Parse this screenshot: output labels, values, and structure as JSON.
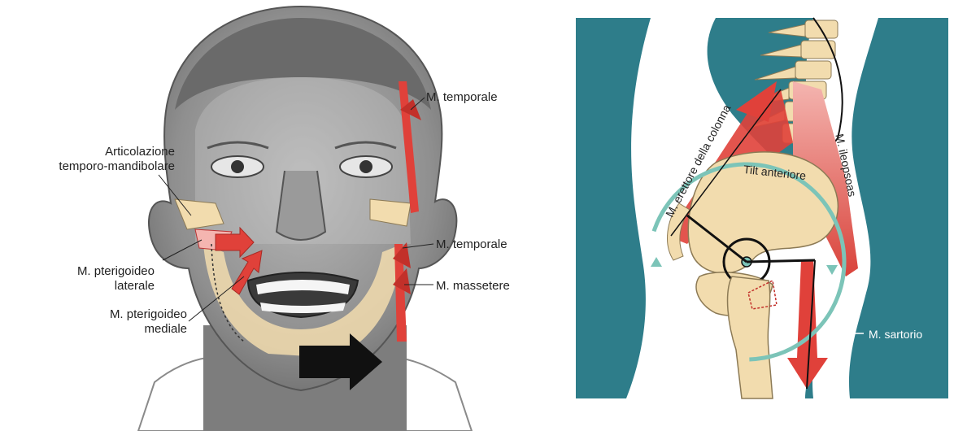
{
  "face_figure": {
    "labels": {
      "temporale_top": "M. temporale",
      "atm_line1": "Articolazione",
      "atm_line2": "temporo-mandibolare",
      "pterigoideo_laterale_line1": "M. pterigoideo",
      "pterigoideo_laterale_line2": "laterale",
      "temporale_mid": "M. temporale",
      "massetere": "M. massetere",
      "pterigoideo_mediale_line1": "M. pterigoideo",
      "pterigoideo_mediale_line2": "mediale"
    },
    "icons": [
      "head-illustration",
      "muscle-arrow",
      "direction-arrow"
    ]
  },
  "pelvis_figure": {
    "labels": {
      "erettore": "M. erettore della colonna",
      "tilt": "Tilt anteriore",
      "ileopsoas": "M. ileopsoas",
      "sartorio": "M. sartorio"
    },
    "icons": [
      "spine-illustration",
      "pelvis-illustration",
      "femur-illustration",
      "rotation-arrow"
    ]
  },
  "colors": {
    "skin_gray": "#8e8e8e",
    "skin_light": "#b4b4b4",
    "bone": "#f2dcae",
    "muscle_red": "#e0413a",
    "teal_bg": "#2e7d8a",
    "rotation_teal": "#7cc4b8",
    "arrow_black": "#111111"
  }
}
